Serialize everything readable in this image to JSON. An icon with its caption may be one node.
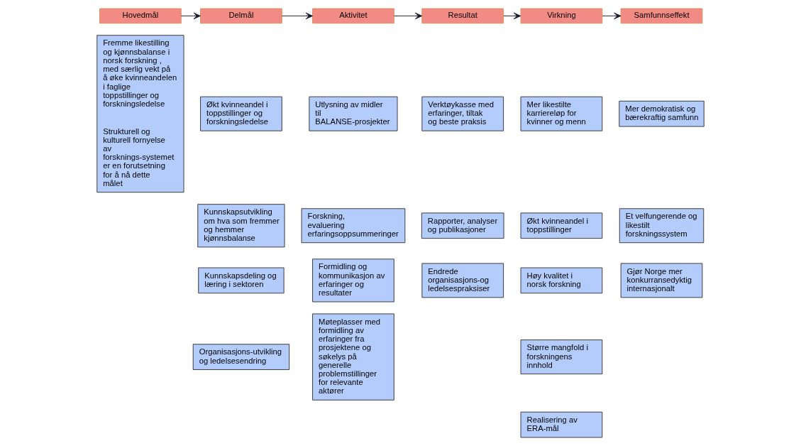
{
  "diagram": {
    "nodes": [
      {
        "text": [
          "Hovedmål"
        ]
      },
      {
        "text": [
          "Delmål"
        ]
      },
      {
        "text": [
          "Aktivitet"
        ]
      },
      {
        "text": [
          "Resultat"
        ]
      },
      {
        "text": [
          "Virkning"
        ]
      },
      {
        "text": [
          "Samfunnseffekt"
        ]
      },
      {
        "text": [
          "Fremme likestilling og kjønnsbalanse i norsk forskning , med særlig vekt på å øke kvinneandelen i faglige toppstillinger og forskningsledelse",
          "Strukturell og kulturell fornyelse av forsknings-systemet er en forutsetning for å nå dette målet"
        ]
      },
      {
        "text": [
          "Økt kvinneandel i toppstillinger og forskningsledelse"
        ]
      },
      {
        "text": [
          "Kunnskapsutvikling om hva som fremmer og hemmer kjønnsbalanse"
        ]
      },
      {
        "text": [
          "Kunnskapsdeling og læring i sektoren"
        ]
      },
      {
        "text": [
          "Organisasjons-utvikling og ledelsesendring"
        ]
      },
      {
        "text": [
          "Utlysning av midler til BALANSE-prosjekter"
        ]
      },
      {
        "text": [
          "Forskning, evaluering erfaringsoppsummeringer"
        ]
      },
      {
        "text": [
          "Formidling og kommunikasjon av erfaringer og resultater"
        ]
      },
      {
        "text": [
          "Møteplasser med formidling av erfaringer fra prosjektene og søkelys på generelle problemstillinger for relevante aktører"
        ]
      },
      {
        "text": [
          "Verktøykasse med erfaringer, tiltak og beste praksis"
        ]
      },
      {
        "text": [
          "Rapporter, analyser og publikasjoner"
        ]
      },
      {
        "text": [
          "Endrede organisasjons-og ledelsespraksiser"
        ]
      },
      {
        "text": [
          "Mer likestilte karriereløp for kvinner og menn"
        ]
      },
      {
        "text": [
          "Økt kvinneandel i toppstillinger"
        ]
      },
      {
        "text": [
          "Høy kvalitet i norsk forskning"
        ]
      },
      {
        "text": [
          "Større mangfold i forskningens innhold"
        ]
      },
      {
        "text": [
          "Realisering av ERA-mål"
        ]
      },
      {
        "text": [
          "Mer demokratisk og bærekraftig samfunn"
        ]
      },
      {
        "text": [
          "Et velfungerende og likestilt forskningssystem"
        ]
      },
      {
        "text": [
          "Gjør Norge mer konkurransedyktig internasjonalt"
        ]
      }
    ],
    "edges": [
      {
        "from": 0,
        "to": 1,
        "arrow": "to"
      },
      {
        "from": 1,
        "to": 2,
        "arrow": "to"
      },
      {
        "from": 2,
        "to": 3,
        "arrow": "to"
      },
      {
        "from": 3,
        "to": 4,
        "arrow": "to"
      },
      {
        "from": 4,
        "to": 5,
        "arrow": "to"
      }
    ]
  }
}
